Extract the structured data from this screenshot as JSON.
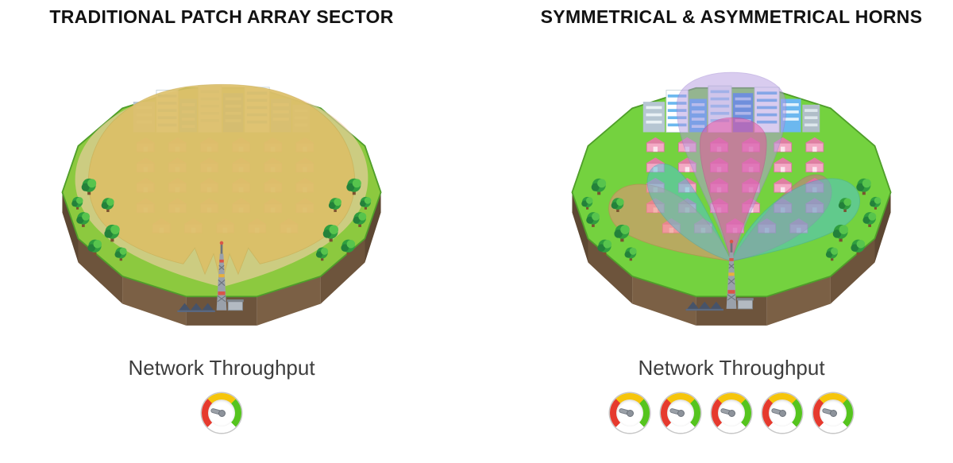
{
  "panels": [
    {
      "title": "TRADITIONAL PATCH ARRAY SECTOR",
      "throughput_label": "Network Throughput",
      "gauge_count": 1
    },
    {
      "title": "SYMMETRICAL & ASYMMETRICAL HORNS",
      "throughput_label": "Network Throughput",
      "gauge_count": 5
    }
  ],
  "colors": {
    "grass_left": "#8cc93f",
    "grass_right": "#74d23f",
    "beam_tan": "#dcbf66",
    "beam_halo": "#f7cfad",
    "beam_purple": "#b49ae0",
    "beam_pink": "#ee4fa0",
    "beam_teal": "#4fc3d9",
    "beam_salmon": "#ef8b7c",
    "beam_magenta": "#e85aa0",
    "gauge_low": "#e63a2e",
    "gauge_mid": "#f6c50b",
    "gauge_high": "#55c41e",
    "gauge_needle": "#9ba1a8"
  }
}
